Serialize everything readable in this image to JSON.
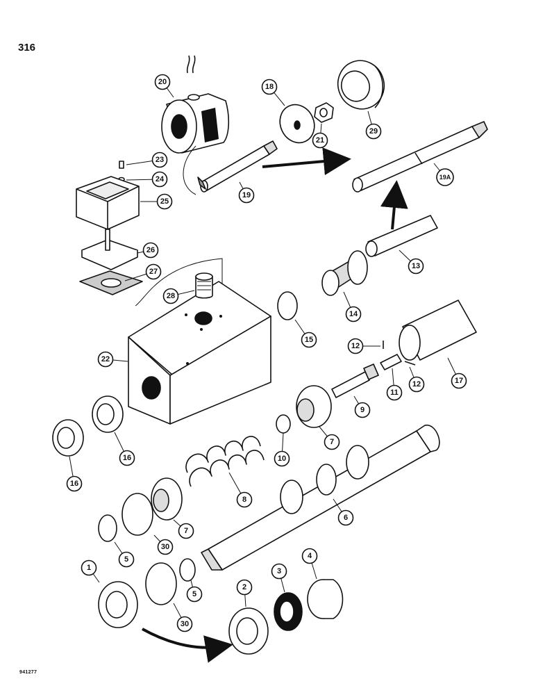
{
  "page_number": "316",
  "reference_code": "941277",
  "callouts": [
    "1",
    "2",
    "3",
    "4",
    "5",
    "5",
    "6",
    "7",
    "7",
    "8",
    "9",
    "10",
    "11",
    "12",
    "12",
    "13",
    "14",
    "15",
    "16",
    "16",
    "17",
    "18",
    "19",
    "19A",
    "20",
    "21",
    "22",
    "23",
    "24",
    "25",
    "26",
    "27",
    "28",
    "29",
    "30",
    "30"
  ]
}
